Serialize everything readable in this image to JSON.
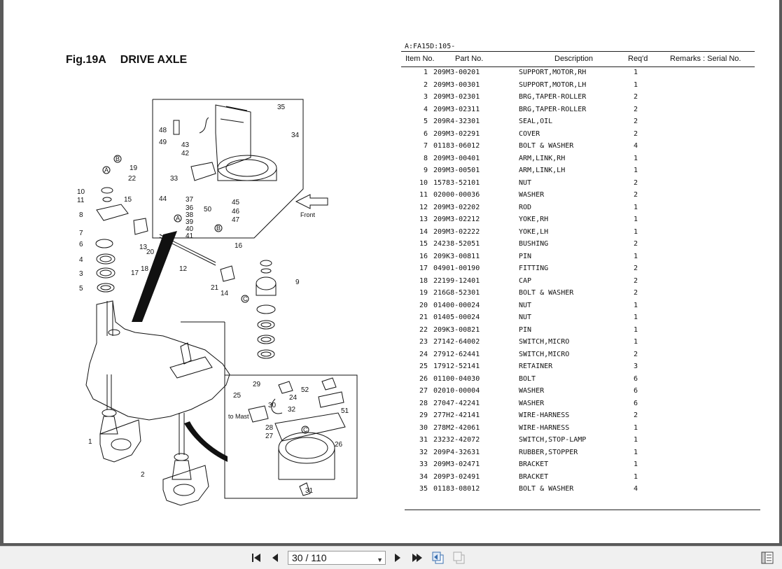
{
  "figure": {
    "number": "Fig.19A",
    "title": "DRIVE AXLE"
  },
  "model_code": "A:FA15D:105-",
  "table": {
    "headers": [
      "Item No.",
      "Part No.",
      "Description",
      "Req'd",
      "Remarks : Serial No."
    ],
    "rows": [
      [
        "1",
        "209M3-00201",
        "SUPPORT,MOTOR,RH",
        "1"
      ],
      [
        "2",
        "209M3-00301",
        "SUPPORT,MOTOR,LH",
        "1"
      ],
      [
        "3",
        "209M3-02301",
        "BRG,TAPER-ROLLER",
        "2"
      ],
      [
        "4",
        "209M3-02311",
        "BRG,TAPER-ROLLER",
        "2"
      ],
      [
        "5",
        "209R4-32301",
        "SEAL,OIL",
        "2"
      ],
      [
        "6",
        "209M3-02291",
        "COVER",
        "2"
      ],
      [
        "7",
        "01183-06012",
        "BOLT & WASHER",
        "4"
      ],
      [
        "8",
        "209M3-00401",
        "ARM,LINK,RH",
        "1"
      ],
      [
        "9",
        "209M3-00501",
        "ARM,LINK,LH",
        "1"
      ],
      [
        "10",
        "15783-52101",
        "NUT",
        "2"
      ],
      [
        "11",
        "02000-00036",
        "WASHER",
        "2"
      ],
      [
        "12",
        "209M3-02202",
        "ROD",
        "1"
      ],
      [
        "13",
        "209M3-02212",
        "YOKE,RH",
        "1"
      ],
      [
        "14",
        "209M3-02222",
        "YOKE,LH",
        "1"
      ],
      [
        "15",
        "24238-52051",
        "BUSHING",
        "2"
      ],
      [
        "16",
        "209K3-00811",
        "PIN",
        "1"
      ],
      [
        "17",
        "04901-00190",
        "FITTING",
        "2"
      ],
      [
        "18",
        "22199-12401",
        "CAP",
        "2"
      ],
      [
        "19",
        "216G8-52301",
        "BOLT & WASHER",
        "2"
      ],
      [
        "20",
        "01400-00024",
        "NUT",
        "1"
      ],
      [
        "21",
        "01405-00024",
        "NUT",
        "1"
      ],
      [
        "22",
        "209K3-00821",
        "PIN",
        "1"
      ],
      [
        "23",
        "27142-64002",
        "SWITCH,MICRO",
        "1"
      ],
      [
        "24",
        "27912-62441",
        "SWITCH,MICRO",
        "2"
      ],
      [
        "25",
        "17912-52141",
        "RETAINER",
        "3"
      ],
      [
        "26",
        "01100-04030",
        "BOLT",
        "6"
      ],
      [
        "27",
        "02010-00004",
        "WASHER",
        "6"
      ],
      [
        "28",
        "27047-42241",
        "WASHER",
        "6"
      ],
      [
        "29",
        "277H2-42141",
        "WIRE-HARNESS",
        "2"
      ],
      [
        "30",
        "278M2-42061",
        "WIRE-HARNESS",
        "1"
      ],
      [
        "31",
        "23232-42072",
        "SWITCH,STOP-LAMP",
        "1"
      ],
      [
        "32",
        "209P4-32631",
        "RUBBER,STOPPER",
        "1"
      ],
      [
        "33",
        "209M3-02471",
        "BRACKET",
        "1"
      ],
      [
        "34",
        "209P3-02491",
        "BRACKET",
        "1"
      ],
      [
        "35",
        "01183-08012",
        "BOLT & WASHER",
        "4"
      ]
    ]
  },
  "diagram_labels": {
    "front": "Front",
    "to_mast": "to Mast",
    "callouts": [
      "1",
      "2",
      "3",
      "4",
      "5",
      "6",
      "7",
      "8",
      "9",
      "10",
      "11",
      "12",
      "13",
      "14",
      "15",
      "16",
      "17",
      "18",
      "19",
      "20",
      "21",
      "22",
      "24",
      "25",
      "26",
      "27",
      "28",
      "29",
      "30",
      "31",
      "32",
      "33",
      "34",
      "35",
      "36",
      "37",
      "38",
      "39",
      "40",
      "41",
      "42",
      "43",
      "44",
      "45",
      "46",
      "47",
      "48",
      "49",
      "50",
      "51",
      "52"
    ],
    "circle_marks": [
      "A",
      "B",
      "C"
    ]
  },
  "viewer": {
    "page_indicator": "30 / 110"
  },
  "colors": {
    "background": "#5a5a5a",
    "page": "#ffffff",
    "toolbar": "#f0f0f0",
    "ink": "#111111"
  }
}
